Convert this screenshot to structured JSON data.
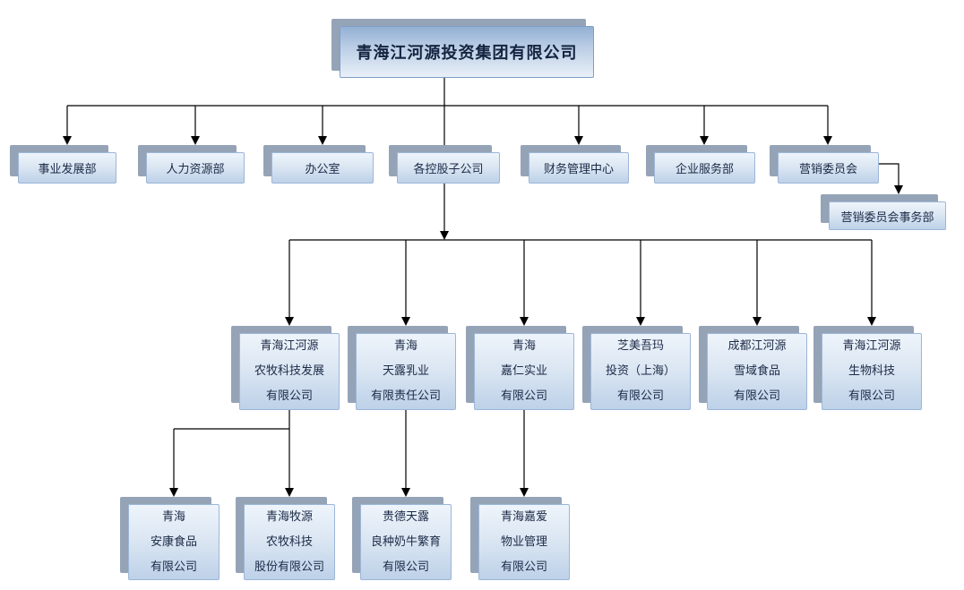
{
  "chart": {
    "title": "青海江河源投资集团有限公司",
    "root": "青海江河源投资集团有限公司",
    "departments": [
      "事业发展部",
      "人力资源部",
      "办公室",
      "各控股子公司",
      "财务管理中心",
      "企业服务部",
      "营销委员会"
    ],
    "marketing_office": "营销委员会事务部",
    "subsidiaries": [
      "青海江河源\n农牧科技发展\n有限公司",
      "青海\n天露乳业\n有限责任公司",
      "青海\n嘉仁实业\n有限公司",
      "芝美吾玛\n投资（上海）\n有限公司",
      "成都江河源\n雪域食品\n有限公司",
      "青海江河源\n生物科技\n有限公司"
    ],
    "sub_subsidiaries": [
      "青海\n安康食品\n有限公司",
      "青海牧源\n农牧科技\n股份有限公司",
      "贵德天露\n良种奶牛繁育\n有限公司",
      "青海嘉爱\n物业管理\n有限公司"
    ],
    "colors": {
      "box_gradient_top": "#eef4fb",
      "box_gradient_bottom": "#bdd1e8",
      "root_gradient_top": "#93b0d3",
      "root_gradient_bottom": "#e9f0f8",
      "box_border": "#9cb6d8",
      "shadow": "#95a3b7",
      "text": "#1b2a47",
      "connector": "#000000",
      "background": "#ffffff"
    }
  }
}
